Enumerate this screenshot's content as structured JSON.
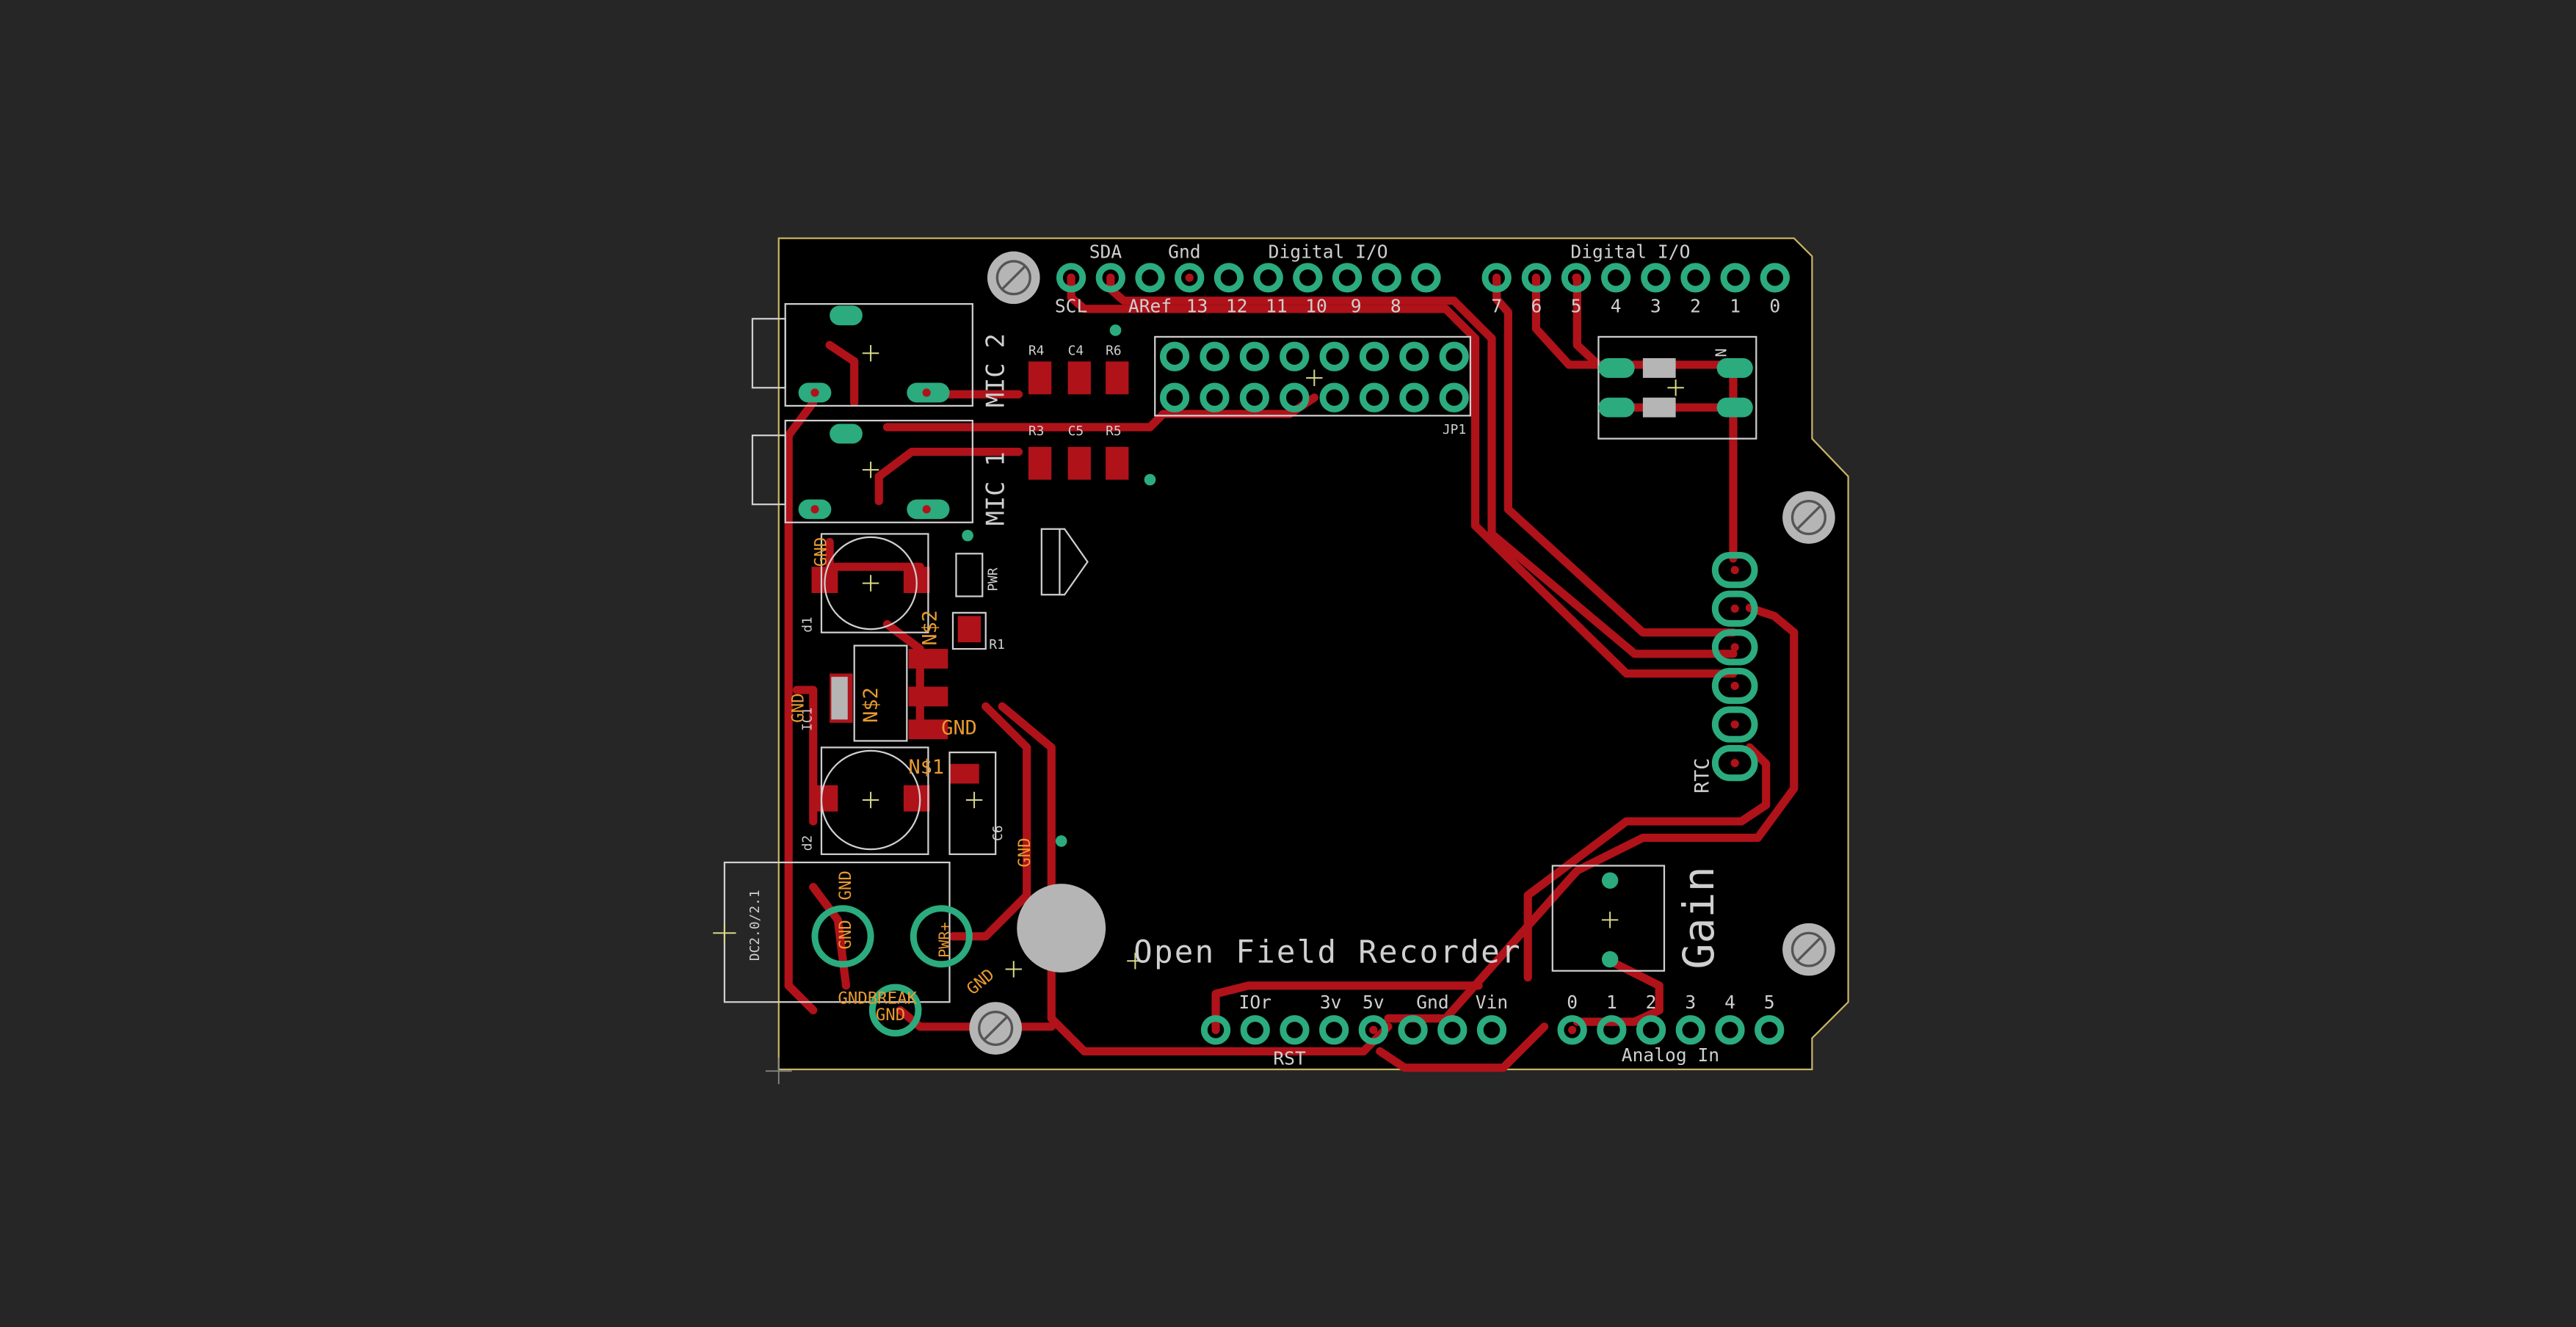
{
  "board": {
    "title": "Open Field Recorder",
    "gain_label": "Gain",
    "rtc_label": "RTC",
    "pwr_label": "PWR",
    "jp1_label": "JP1",
    "dc_jack_label": "DC2.0/2.1",
    "mic1_label": "MIC 1",
    "mic2_label": "MIC 2",
    "n_label": "N"
  },
  "headers": {
    "top_left_labels": [
      "SDA",
      "Gnd",
      "Digital I/O"
    ],
    "top_left_bottom_labels": [
      "SCL",
      "ARef",
      "13",
      "12",
      "11",
      "10",
      "9",
      "8"
    ],
    "top_right_label": "Digital I/O",
    "top_right_bottom_labels": [
      "7",
      "6",
      "5",
      "4",
      "3",
      "2",
      "1",
      "0"
    ],
    "power_top_labels": [
      "IOr",
      "3v",
      "5v",
      "Gnd",
      "Vin"
    ],
    "power_bottom_label": "RST",
    "analog_top_labels": [
      "0",
      "1",
      "2",
      "3",
      "4",
      "5"
    ],
    "analog_bottom_label": "Analog In"
  },
  "components": {
    "resistors_top": [
      "R4",
      "C4",
      "R6"
    ],
    "resistors_mid": [
      "R3",
      "C5",
      "R5"
    ],
    "r1": "R1",
    "d1": "d1",
    "d2": "d2",
    "ic1": "IC1",
    "ns2a": "N$2",
    "ns2b": "N$2",
    "ns1": "N$1",
    "c6": "C6",
    "gnd": "GND",
    "pwr_plus": "PWR+",
    "gndbreak": "GNDBREAK"
  },
  "colors": {
    "background": "#262626",
    "board": "#000000",
    "outline": "#c8b464",
    "trace": "#b0121a",
    "pad": "#2bab7e",
    "silk": "#cfcfcf",
    "net_label": "#e89a30"
  }
}
